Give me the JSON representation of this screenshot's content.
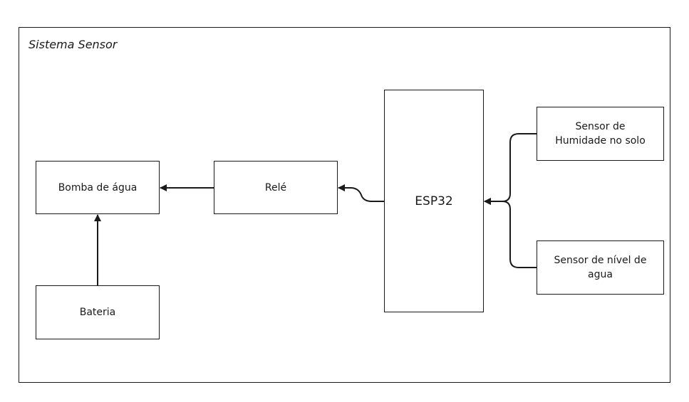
{
  "frame": {
    "title": "Sistema Sensor"
  },
  "blocks": {
    "bomba": "Bomba de água",
    "bateria": "Bateria",
    "rele": "Relé",
    "esp32": "ESP32",
    "sensor_humidade": "Sensor de\nHumidade no solo",
    "sensor_nivel": "Sensor de nível de\nagua"
  },
  "colors": {
    "line": "#1a1a1a",
    "background": "#ffffff"
  }
}
